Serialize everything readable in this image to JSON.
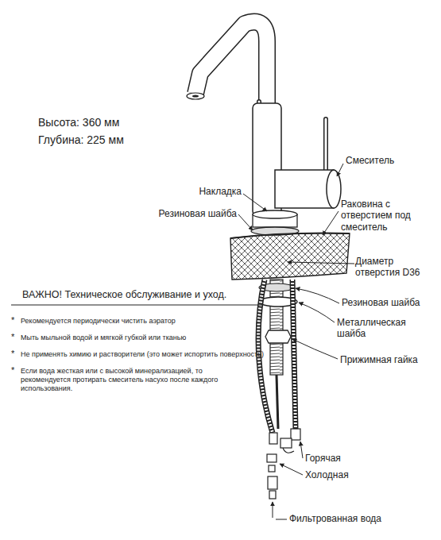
{
  "diagram": {
    "labels": [
      "Высота: 360 мм",
      "Глубина: 225 мм",
      "Смеситель",
      "Накладка",
      "Резиновая шайба",
      "Раковина с отверстием под смеситель",
      "Диаметр отверстия D36",
      "ВАЖНО! Техническое обслуживание и уход.",
      "*",
      "Рекомендуется периодически чистить аэратор",
      "*",
      "Мыть мыльной водой и мягкой губкой или тканью",
      "*",
      "Не применять химию и растворители (это может испортить поверхность)",
      "*",
      "Если вода жесткая или с высокой минерализацией, то рекомендуется протирать смеситель насухо после каждого использования.",
      "Резиновая шайба",
      "Металлическая шайба",
      "Прижимная гайка",
      "Горячая",
      "Холодная",
      "Фильтрованная вода"
    ]
  }
}
